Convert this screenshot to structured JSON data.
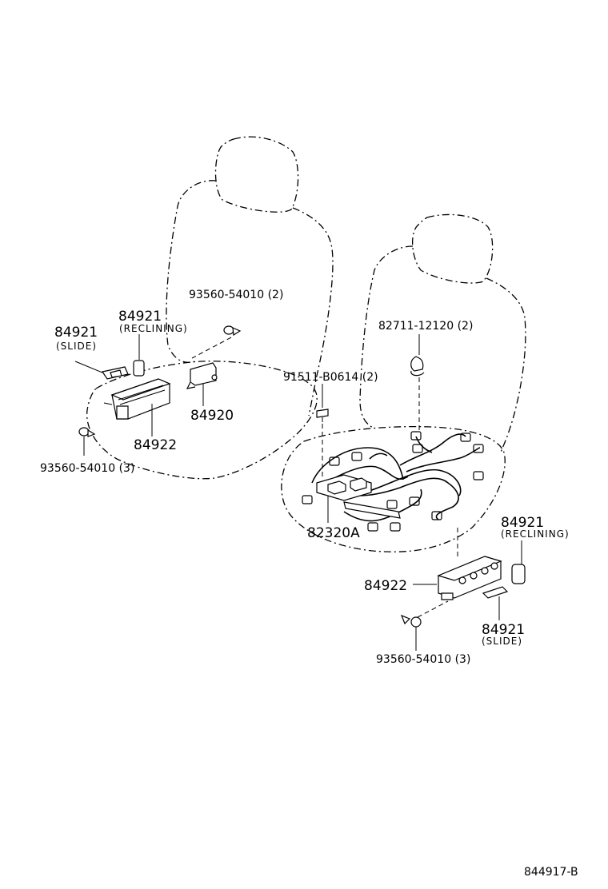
{
  "labels": {
    "left_bolt_top": "93560-54010 (2)",
    "left_sw_recl_num": "84921",
    "left_sw_recl_qual": "(RECLINING)",
    "left_sw_slide_num": "84921",
    "left_sw_slide_qual": "(SLIDE)",
    "left_bracket": "84920",
    "left_switch": "84922",
    "left_bolt_bottom": "93560-54010 (3)",
    "clamp": "82711-12120 (2)",
    "screw": "91511-B0614 (2)",
    "harness": "82320A",
    "right_sw_recl_num": "84921",
    "right_sw_recl_qual": "(RECLINING)",
    "right_switch": "84922",
    "right_sw_slide_num": "84921",
    "right_sw_slide_qual": "(SLIDE)",
    "right_bolt": "93560-54010 (3)",
    "figure_id": "844917-B"
  }
}
